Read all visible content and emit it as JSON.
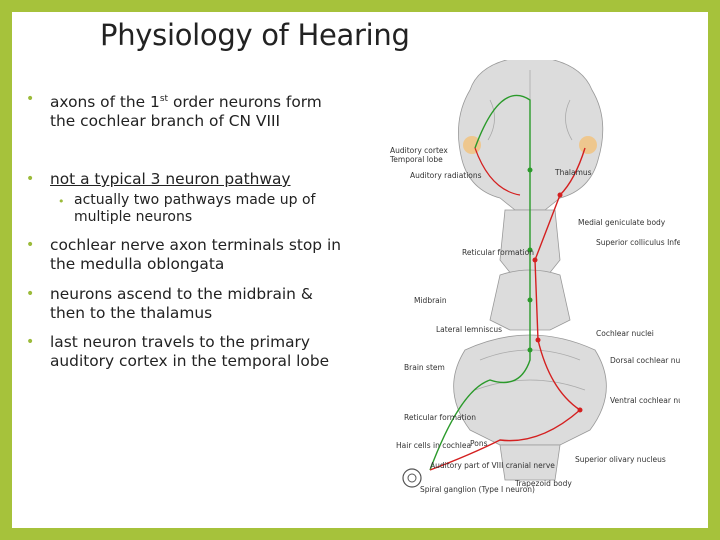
{
  "title": "Physiology of Hearing",
  "bullets": [
    {
      "pre": "axons of the 1",
      "sup": "st",
      "post": " order neurons form the cochlear branch of CN VIII"
    },
    {
      "text": "not a typical 3 neuron pathway"
    },
    {
      "text": "actually two pathways made up of multiple neurons"
    },
    {
      "text": "cochlear nerve axon terminals stop in the medulla oblongata"
    },
    {
      "text": "neurons ascend to the midbrain & then to the thalamus"
    },
    {
      "text": "last neuron travels to the primary auditory cortex in the temporal lobe"
    }
  ],
  "diagram": {
    "labels": {
      "auditory_cortex": "Auditory cortex",
      "temporal_lobe": "Temporal lobe",
      "auditory_radiations": "Auditory radiations",
      "thalamus": "Thalamus",
      "medial_geniculate": "Medial geniculate body",
      "reticular_formation_top": "Reticular formation",
      "superior_inferior_colliculus": "Superior colliculus Inferior colliculus",
      "midbrain": "Midbrain",
      "lateral_lemniscus": "Lateral lemniscus",
      "cochlear_nuclei": "Cochlear nuclei",
      "brain_stem": "Brain stem",
      "dorsal_cochlear": "Dorsal cochlear nucleus",
      "ventral_cochlear": "Ventral cochlear nucleus",
      "reticular_formation_bottom": "Reticular formation",
      "hair_cells": "Hair cells in cochlea",
      "pons": "Pons",
      "cochlear_nerve": "Auditory part of VIII cranial nerve",
      "superior_olivary": "Superior olivary nucleus",
      "trapezoid_body": "Trapezoid body",
      "spiral_ganglion": "Spiral ganglion (Type I neuron)"
    },
    "colors": {
      "ipsilateral": "#2a9a2a",
      "contralateral": "#d42020",
      "tissue": "#dcdcdc"
    }
  }
}
